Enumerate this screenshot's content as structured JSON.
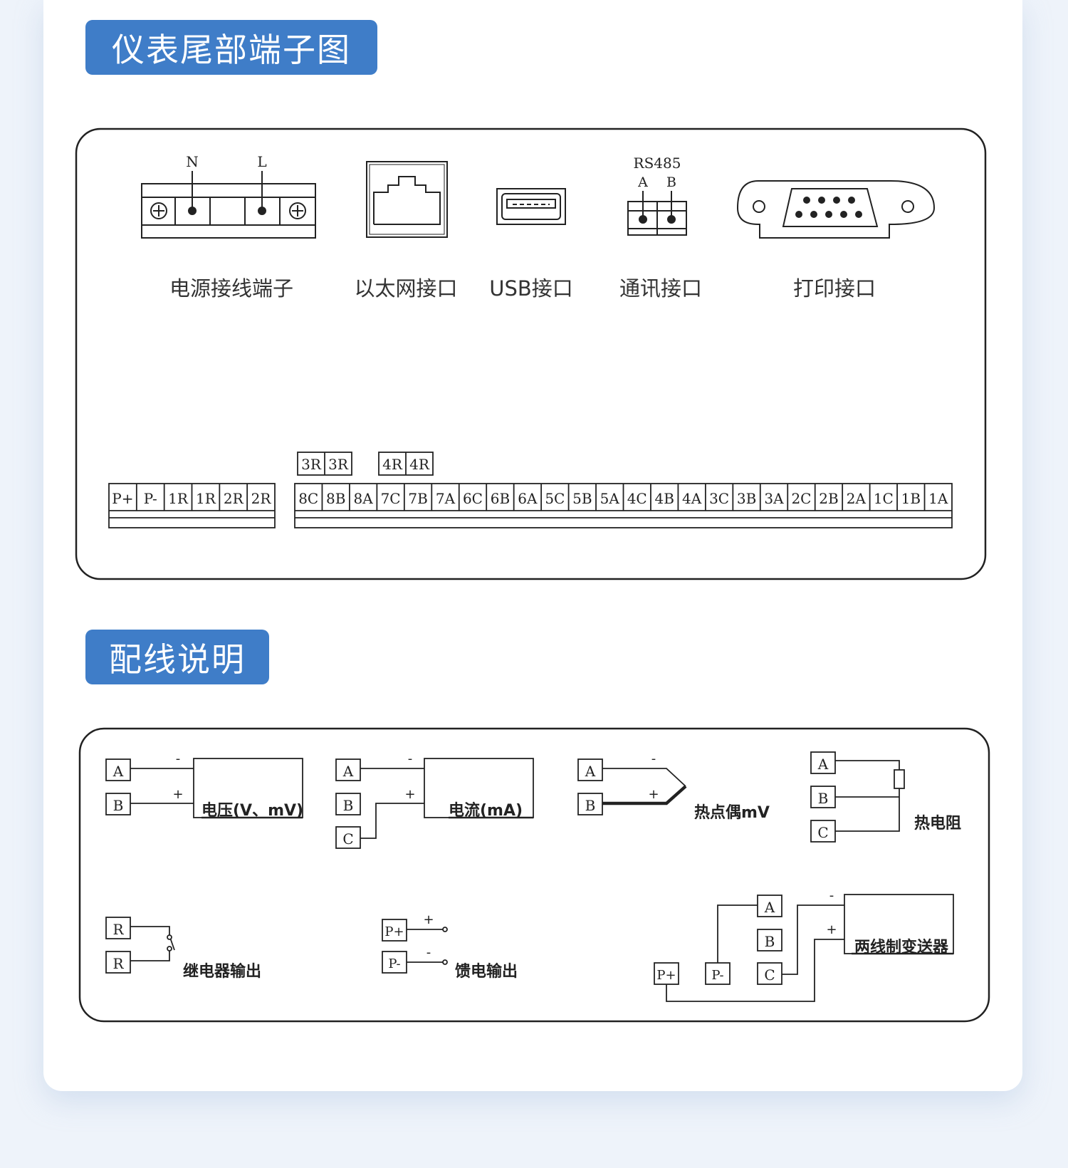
{
  "sections": {
    "terminal_title": "仪表尾部端子图",
    "wiring_title": "配线说明"
  },
  "ports": {
    "power_label": "电源接线端子",
    "power_n": "N",
    "power_l": "L",
    "ethernet_label": "以太网接口",
    "usb_label": "USB接口",
    "comm_label": "通讯接口",
    "comm_rs485": "RS485",
    "comm_a": "A",
    "comm_b": "B",
    "print_label": "打印接口"
  },
  "terminals": {
    "left_row": [
      "P+",
      "P-",
      "1R",
      "1R",
      "2R",
      "2R"
    ],
    "right_row": [
      "8C",
      "8B",
      "8A",
      "7C",
      "7B",
      "7A",
      "6C",
      "6B",
      "6A",
      "5C",
      "5B",
      "5A",
      "4C",
      "4B",
      "4A",
      "3C",
      "3B",
      "3A",
      "2C",
      "2B",
      "2A",
      "1C",
      "1B",
      "1A"
    ],
    "upper_3r": [
      "3R",
      "3R"
    ],
    "upper_4r": [
      "4R",
      "4R"
    ]
  },
  "wiring": {
    "term_a": "A",
    "term_b": "B",
    "term_c": "C",
    "term_r": "R",
    "term_pplus": "P+",
    "term_pminus": "P-",
    "minus_sign": "-",
    "plus_sign": "+",
    "voltage_label": "电压(V、mV)",
    "current_label": "电流(mA)",
    "thermocouple_label": "热点偶mV",
    "rtd_label": "热电阻",
    "relay_label": "继电器输出",
    "feed_label": "馈电输出",
    "transmitter_label": "两线制变送器"
  }
}
